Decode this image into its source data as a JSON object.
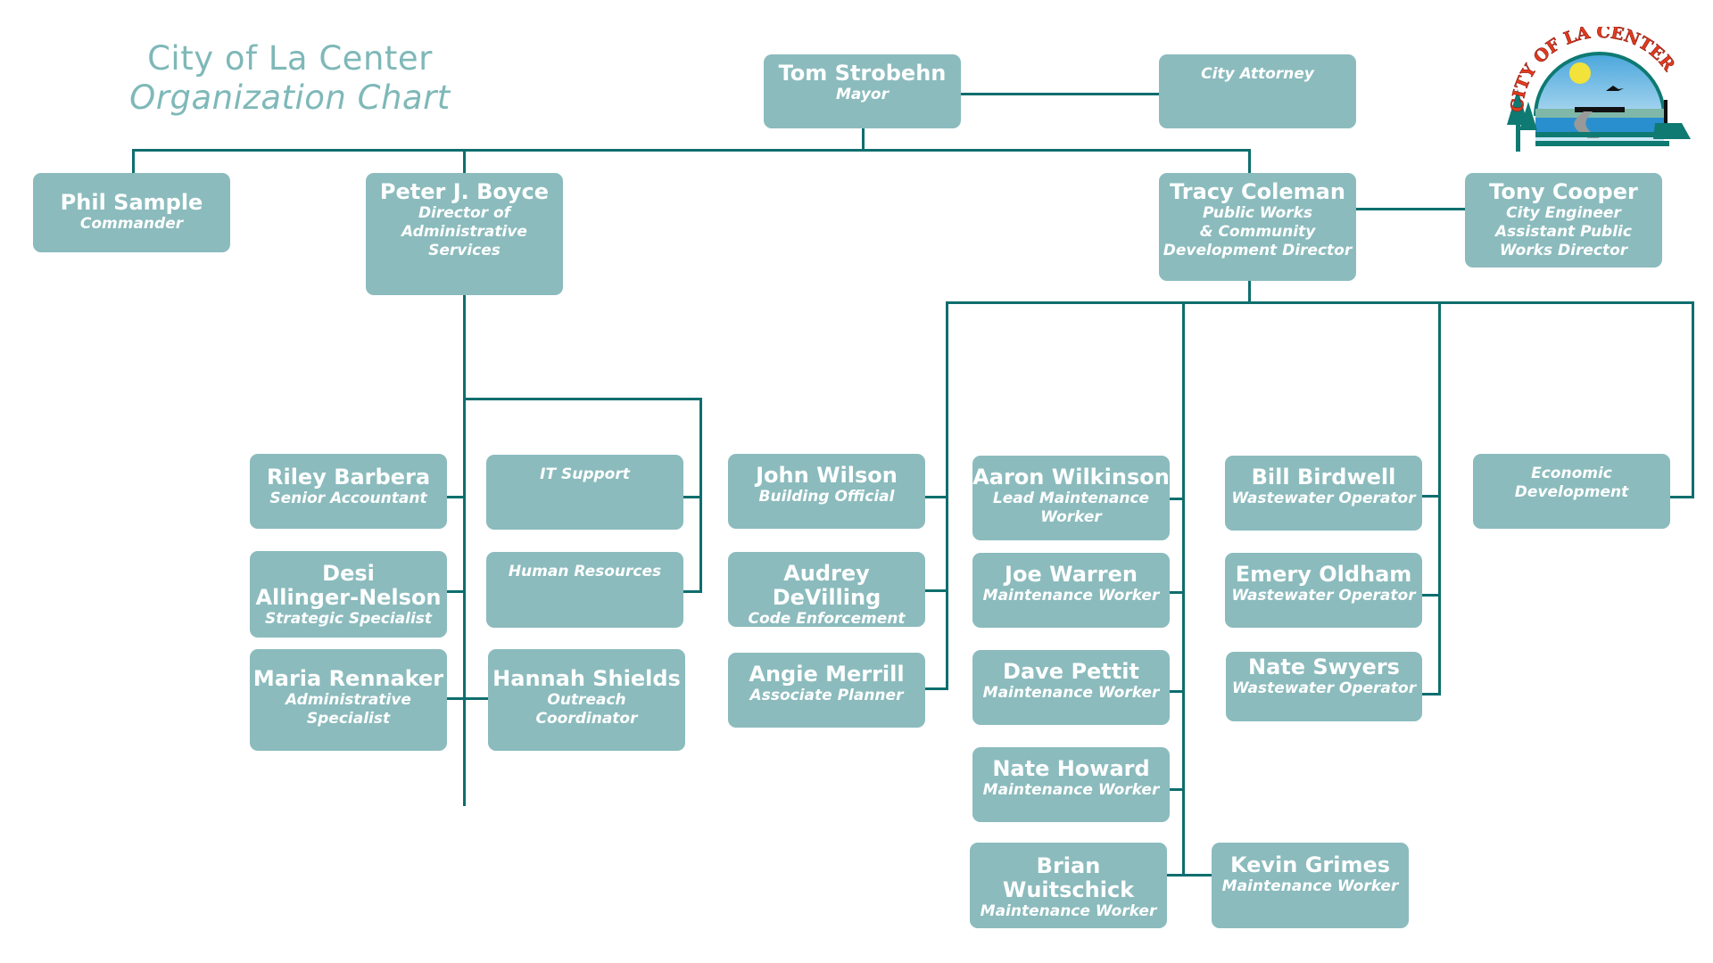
{
  "header": {
    "title_line1": "City of La Center",
    "title_line2": "Organization Chart",
    "logo_text": "CITY OF LA CENTER"
  },
  "colors": {
    "box_fill": "#8bbbbd",
    "connector": "#0e6e6e",
    "title": "#7fb8b8",
    "box_text": "#ffffff"
  },
  "nodes": {
    "mayor": {
      "name": "Tom Strobehn",
      "role": "Mayor"
    },
    "attorney": {
      "role": "City Attorney"
    },
    "commander": {
      "name": "Phil Sample",
      "role": "Commander"
    },
    "admin_director": {
      "name": "Peter J. Boyce",
      "role_lines": [
        "Director of",
        "Administrative",
        "Services"
      ]
    },
    "pw_director": {
      "name": "Tracy Coleman",
      "role_lines": [
        "Public Works",
        "& Community",
        "Development Director"
      ]
    },
    "city_engineer": {
      "name": "Tony Cooper",
      "role_lines": [
        "City Engineer",
        "Assistant Public",
        "Works Director"
      ]
    },
    "senior_accountant": {
      "name": "Riley Barbera",
      "role": "Senior Accountant"
    },
    "it_support": {
      "role": "IT Support"
    },
    "strategic_specialist": {
      "name_lines": [
        "Desi",
        "Allinger-Nelson"
      ],
      "role": "Strategic Specialist"
    },
    "human_resources": {
      "role": "Human Resources"
    },
    "admin_specialist": {
      "name": "Maria Rennaker",
      "role_lines": [
        "Administrative",
        "Specialist"
      ]
    },
    "outreach": {
      "name": "Hannah Shields",
      "role_lines": [
        "Outreach",
        "Coordinator"
      ]
    },
    "building_official": {
      "name": "John Wilson",
      "role": "Building Official"
    },
    "code_enforcement": {
      "name": "Audrey DeVilling",
      "role": "Code Enforcement"
    },
    "associate_planner": {
      "name": "Angie Merrill",
      "role": "Associate Planner"
    },
    "lead_maintenance": {
      "name": "Aaron Wilkinson",
      "role_lines": [
        "Lead Maintenance",
        "Worker"
      ]
    },
    "maint_warren": {
      "name": "Joe Warren",
      "role": "Maintenance Worker"
    },
    "maint_pettit": {
      "name": "Dave Pettit",
      "role": "Maintenance Worker"
    },
    "maint_howard": {
      "name": "Nate Howard",
      "role": "Maintenance Worker"
    },
    "maint_wuitschick": {
      "name": "Brian Wuitschick",
      "role": "Maintenance Worker"
    },
    "maint_grimes": {
      "name": "Kevin Grimes",
      "role": "Maintenance Worker"
    },
    "ww_birdwell": {
      "name": "Bill Birdwell",
      "role": "Wastewater Operator"
    },
    "ww_oldham": {
      "name": "Emery Oldham",
      "role": "Wastewater Operator"
    },
    "ww_swyers": {
      "name": "Nate Swyers",
      "role": "Wastewater Operator"
    },
    "economic_dev": {
      "role_lines": [
        "Economic",
        "Development"
      ]
    }
  }
}
